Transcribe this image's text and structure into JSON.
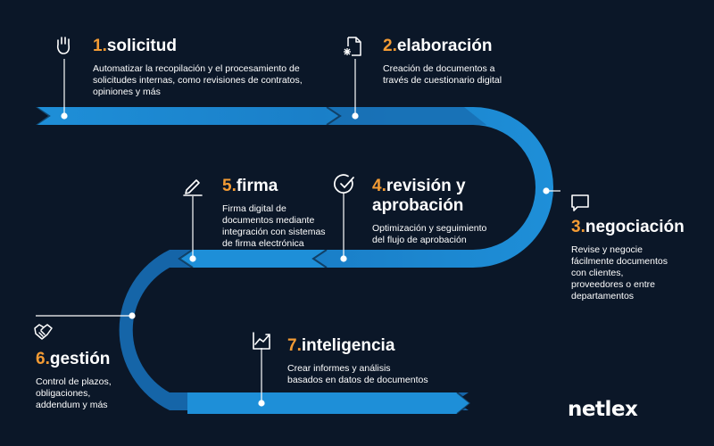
{
  "steps": [
    {
      "num": "1.",
      "title": "solicitud",
      "desc": [
        "Automatizar la recopilación y el procesamiento de",
        "solicitudes internas, como revisiones de contratos,",
        "opiniones y más"
      ],
      "icon": "raised-hand-icon"
    },
    {
      "num": "2.",
      "title": "elaboración",
      "desc": [
        "Creación de documentos a",
        "través de cuestionario digital"
      ],
      "icon": "document-star-icon"
    },
    {
      "num": "3.",
      "title": "negociación",
      "desc": [
        "Revise y negocie",
        "fácilmente documentos",
        "con clientes,",
        "proveedores o entre",
        "departamentos"
      ],
      "icon": "chat-bubble-icon"
    },
    {
      "num": "4.",
      "title_lines": [
        "revisión y",
        "aprobación"
      ],
      "desc": [
        "Optimización y seguimiento",
        "del flujo de aprobación"
      ],
      "icon": "check-circle-icon"
    },
    {
      "num": "5.",
      "title": "firma",
      "desc": [
        "Firma digital de",
        "documentos mediante",
        "integración con sistemas",
        "de firma electrónica"
      ],
      "icon": "pen-icon"
    },
    {
      "num": "6.",
      "title": "gestión",
      "desc": [
        "Control de plazos,",
        "obligaciones,",
        "addendum y más"
      ],
      "icon": "handshake-icon"
    },
    {
      "num": "7.",
      "title": "inteligencia",
      "desc": [
        "Crear informes y análisis",
        "basados en datos de documentos"
      ],
      "icon": "chart-icon"
    }
  ],
  "brand": {
    "logo_text": "netlex"
  },
  "colors": {
    "background": "#0b1728",
    "road_light": "#1e8fd8",
    "road_dark": "#1565a8",
    "accent_number": "#f39b34",
    "text": "#ffffff"
  }
}
